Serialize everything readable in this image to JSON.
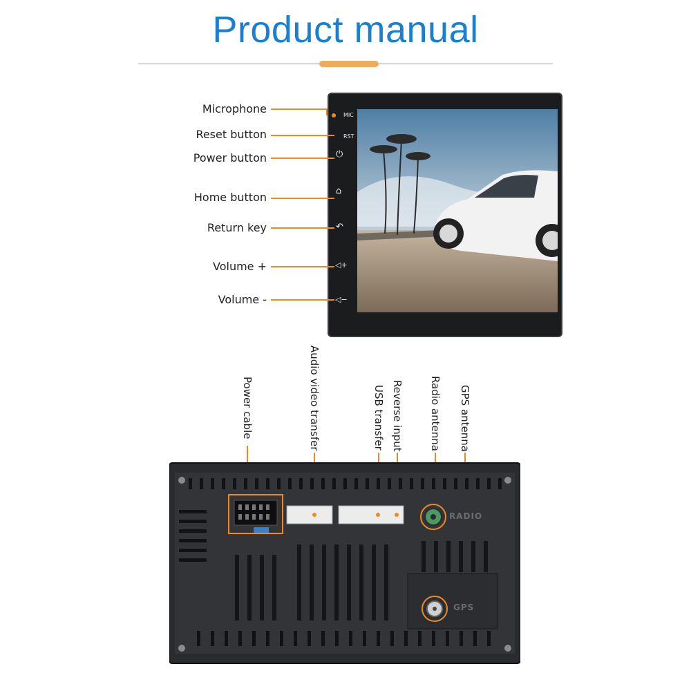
{
  "header": {
    "title": "Product manual"
  },
  "front_panel": {
    "labels": [
      "Microphone",
      "Reset button",
      "Power button",
      "Home button",
      "Return key",
      "Volume +",
      "Volume -"
    ],
    "side_markings": {
      "mic": "MIC",
      "rst": "RST"
    }
  },
  "rear_panel": {
    "labels": [
      "Power cable",
      "Audio video transfer",
      "USB transfer",
      "Reverse input",
      "Radio antenna",
      "GPS antenna"
    ],
    "case_markings": {
      "radio": "RADIO",
      "gps": "GPS"
    }
  },
  "colors": {
    "title": "#1a7fd1",
    "accent": "#ef8a20",
    "device": "#2a2b2e"
  }
}
